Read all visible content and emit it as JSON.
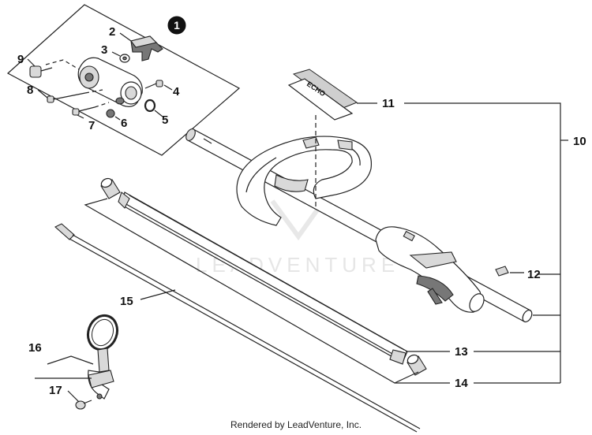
{
  "watermark": {
    "text": "LEADVENTURE"
  },
  "footer": {
    "text": "Rendered by LeadVenture, Inc."
  },
  "decal": {
    "text": "ECHO"
  },
  "assembly_badge": {
    "label": "1"
  },
  "callouts": [
    "2",
    "3",
    "4",
    "5",
    "6",
    "7",
    "8",
    "9",
    "10",
    "11",
    "12",
    "13",
    "14",
    "15",
    "16",
    "17"
  ]
}
